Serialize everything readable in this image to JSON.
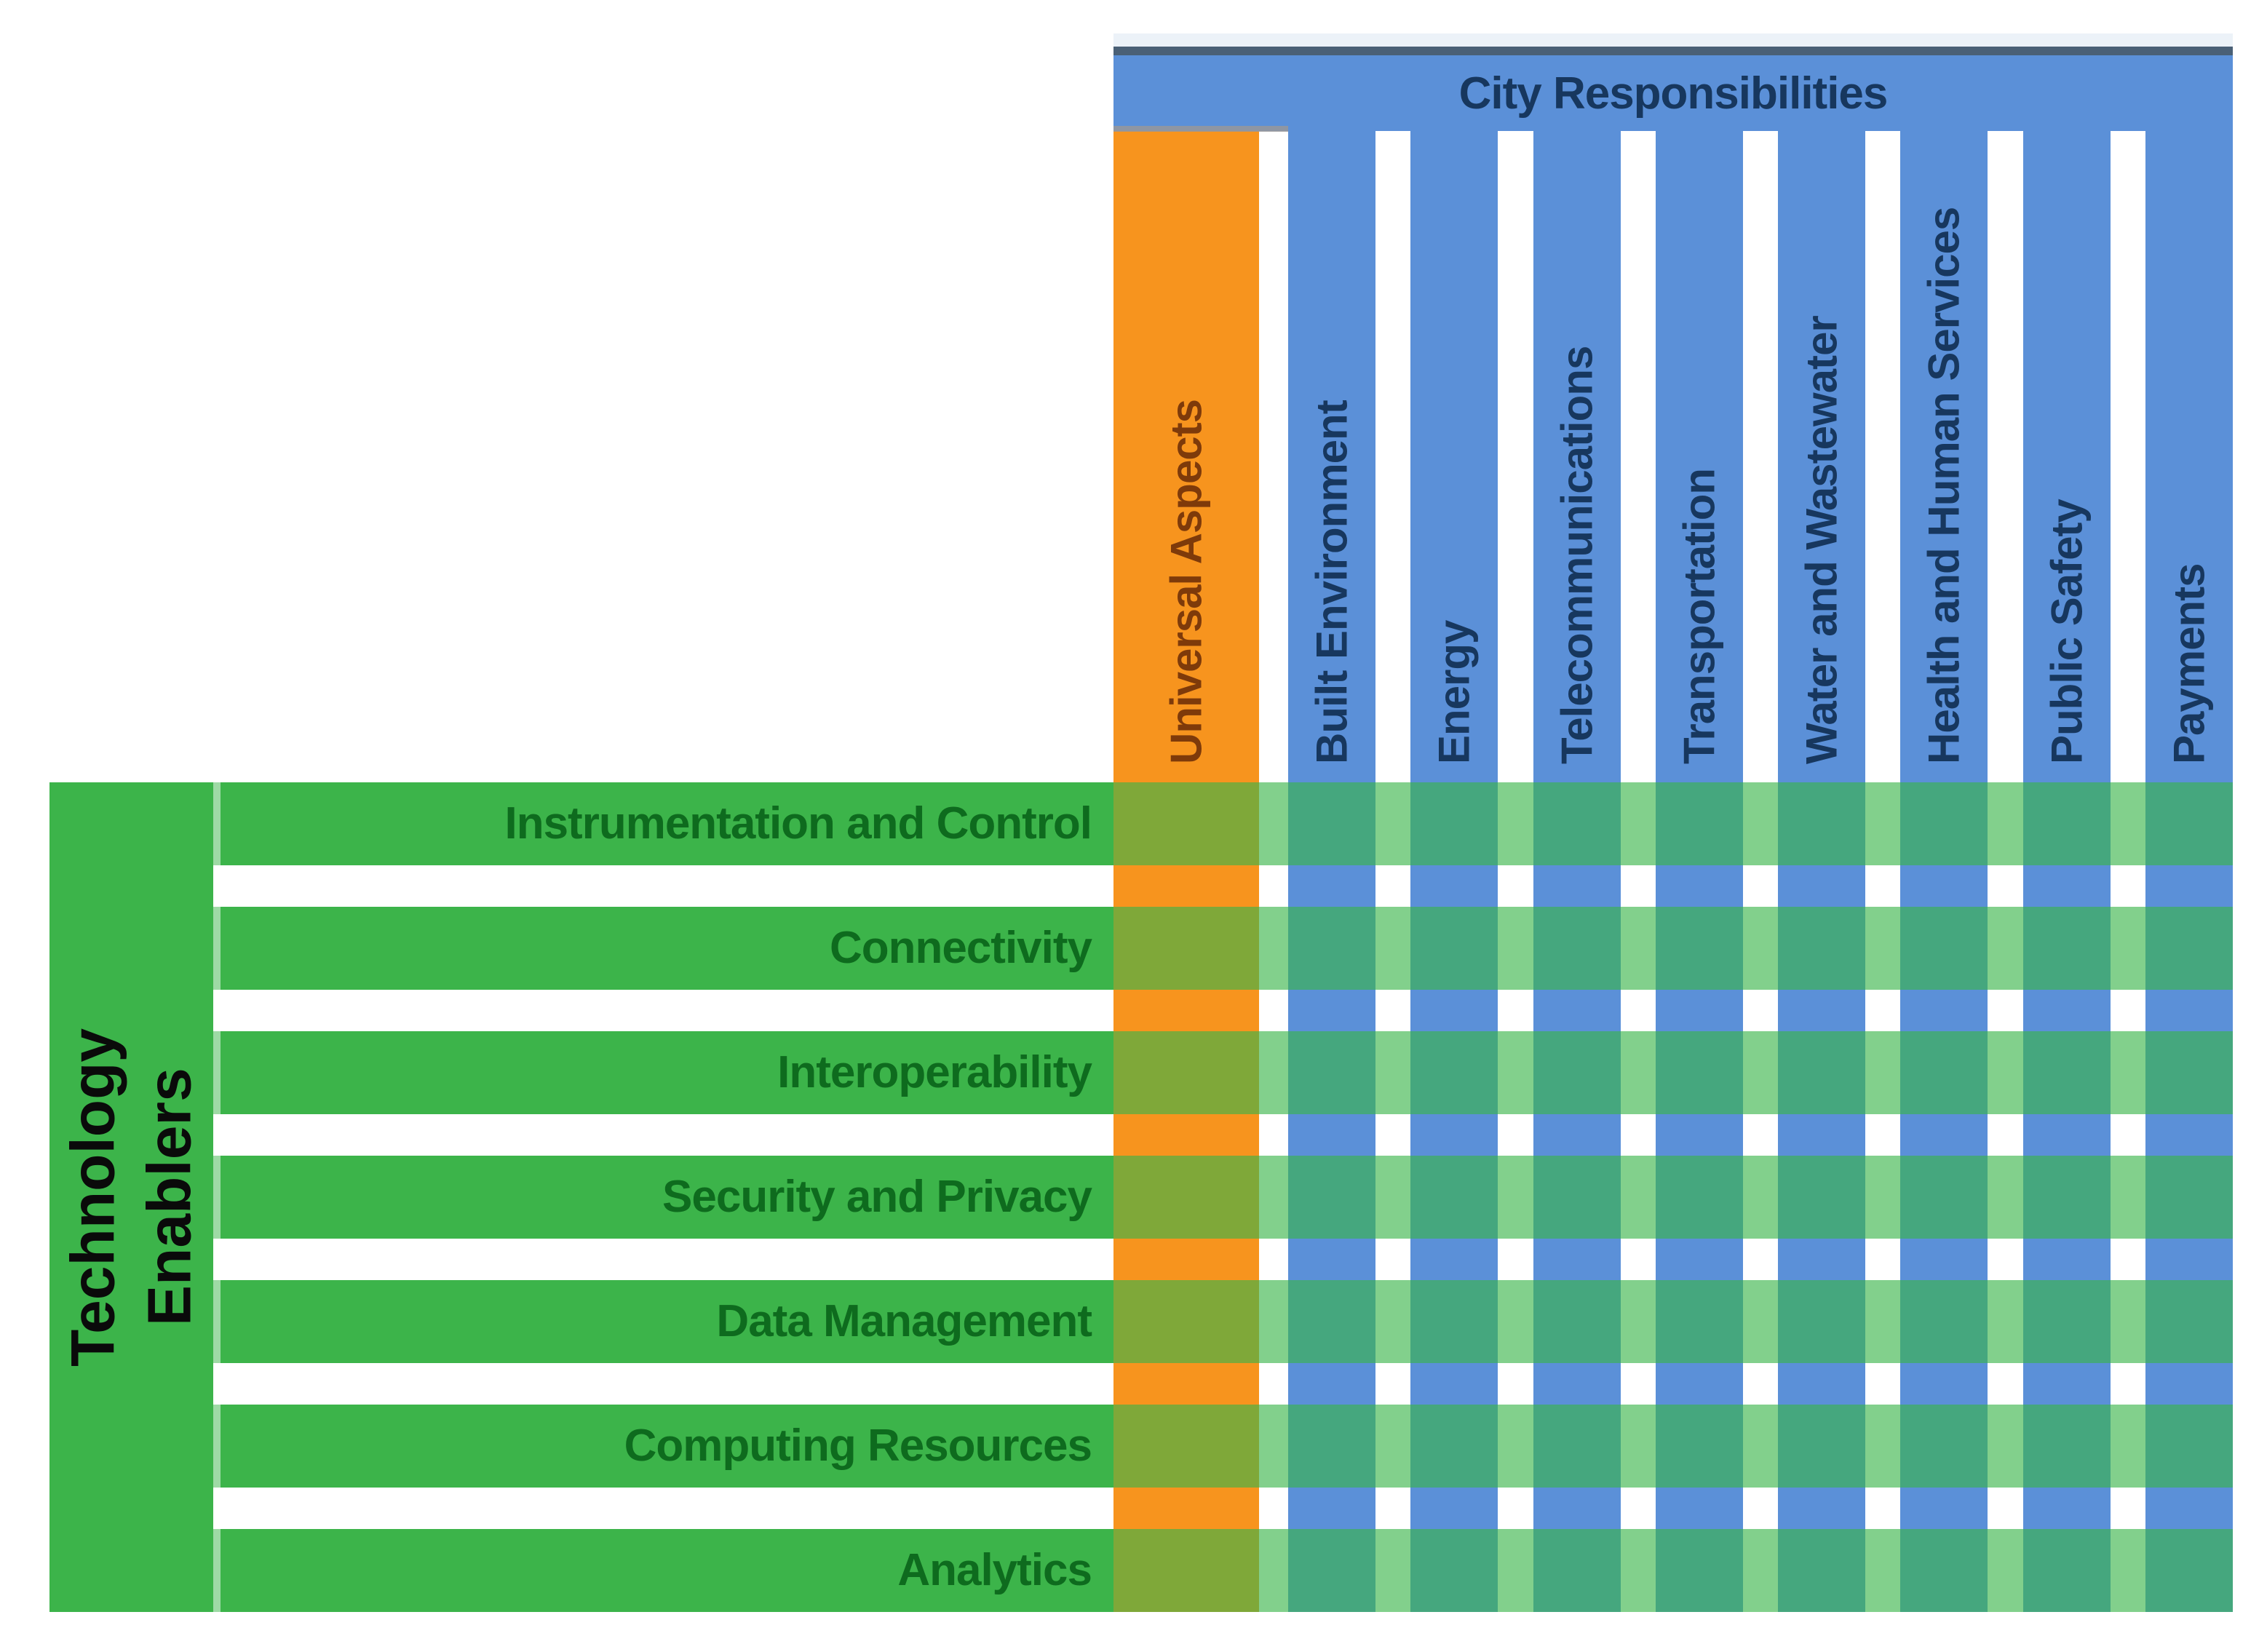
{
  "header": {
    "title": "City Responsibilities"
  },
  "columns": {
    "universal_label": "Universal Aspects",
    "city": [
      "Built Environment",
      "Energy",
      "Telecommunications",
      "Transportation",
      "Water and Wastewater",
      "Health and Human Services",
      "Public Safety",
      "Payments"
    ]
  },
  "rows": {
    "group_label": "Technology\nEnablers",
    "items": [
      "Instrumentation and Control",
      "Connectivity",
      "Interoperability",
      "Security and Privacy",
      "Data Management",
      "Computing Resources",
      "Analytics"
    ]
  },
  "colors": {
    "enabler_green": "#3CB44A",
    "responsibility_blue": "#5B90D8",
    "universal_orange": "#F7941E",
    "header_text": "#17375E",
    "column_label_text": "#17375E",
    "universal_label_text": "#7E3A0A",
    "row_label_text": "#0E6B1E",
    "enablers_label_text": "#0A0A0A"
  }
}
